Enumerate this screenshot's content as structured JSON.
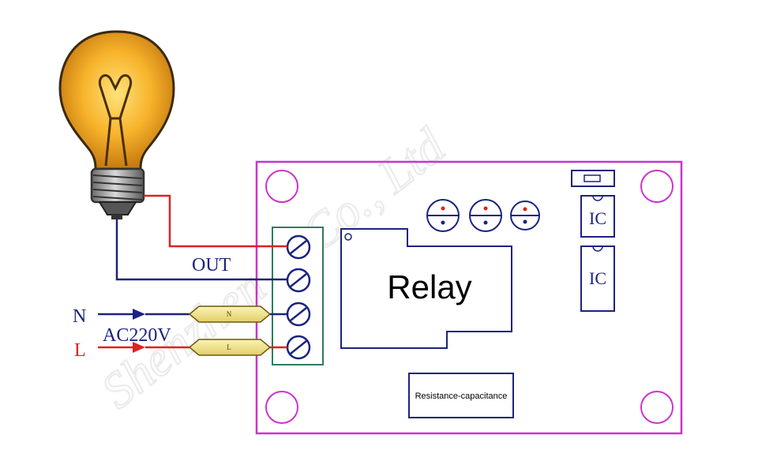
{
  "labels": {
    "relay": "Relay",
    "resistance_capacitance": "Resistance-capacitance",
    "ic_top": "IC",
    "ic_bottom": "IC",
    "out": "OUT",
    "neutral": "N",
    "live": "L",
    "supply": "AC220V",
    "plug_neutral": "N",
    "plug_live": "L"
  },
  "colors": {
    "board_outline": "#cc33cc",
    "terminal_block": "#2e7d5b",
    "live_wire": "#dd2222",
    "neutral_wire": "#1a237e",
    "relay_outline": "#1a237e",
    "bulb_glass": "#f5a623",
    "plug_tip": "#f3e58c",
    "watermark": "#e8e8e8"
  },
  "icons": [
    "light-bulb-icon",
    "screw-terminal-icon",
    "mounting-hole-icon",
    "capacitor-icon",
    "plug-icon",
    "arrow-right-icon"
  ]
}
